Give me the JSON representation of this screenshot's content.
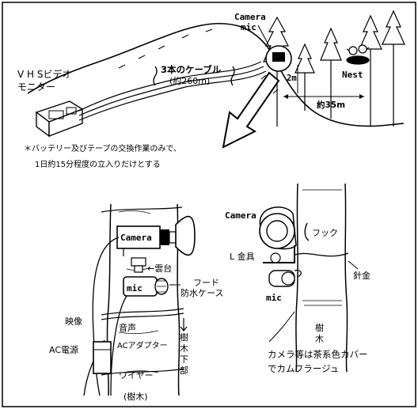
{
  "top": {
    "vhs_line1": "V H Sビデオ",
    "vhs_line2": "モニター",
    "cable_line1": "3本のケーブル",
    "cable_line2": "(約260m)",
    "camera": "Camera",
    "mic": "mic",
    "dist_2m": "2m",
    "dist_35m": "約35m",
    "nest": "Nest",
    "note_line1": "＊バッテリー及びテープの交換作業のみで、",
    "note_line2": "1日約15分程度の立入りだけとする"
  },
  "left_detail": {
    "camera": "Camera",
    "mic": "mic",
    "mount": "←雲台",
    "hood": "フード",
    "waterproof": "防水ケース",
    "video": "映像",
    "audio": "音声",
    "ac_power": "AC電源",
    "ac_adapter": "ACアダプター",
    "wire": "ワイヤー",
    "trunk_down_1": "樹",
    "trunk_down_2": "木",
    "trunk_down_3": "下",
    "trunk_down_4": "部",
    "tree_label": "(樹木)"
  },
  "right_detail": {
    "camera": "Camera",
    "hook": "フック",
    "l_bracket": "L 金具",
    "wire": "針金",
    "mic": "mic",
    "trunk_1": "樹",
    "trunk_2": "木",
    "camo_line1": "カメラ等は茶系色カバー",
    "camo_line2": "でカムフラージュ"
  }
}
